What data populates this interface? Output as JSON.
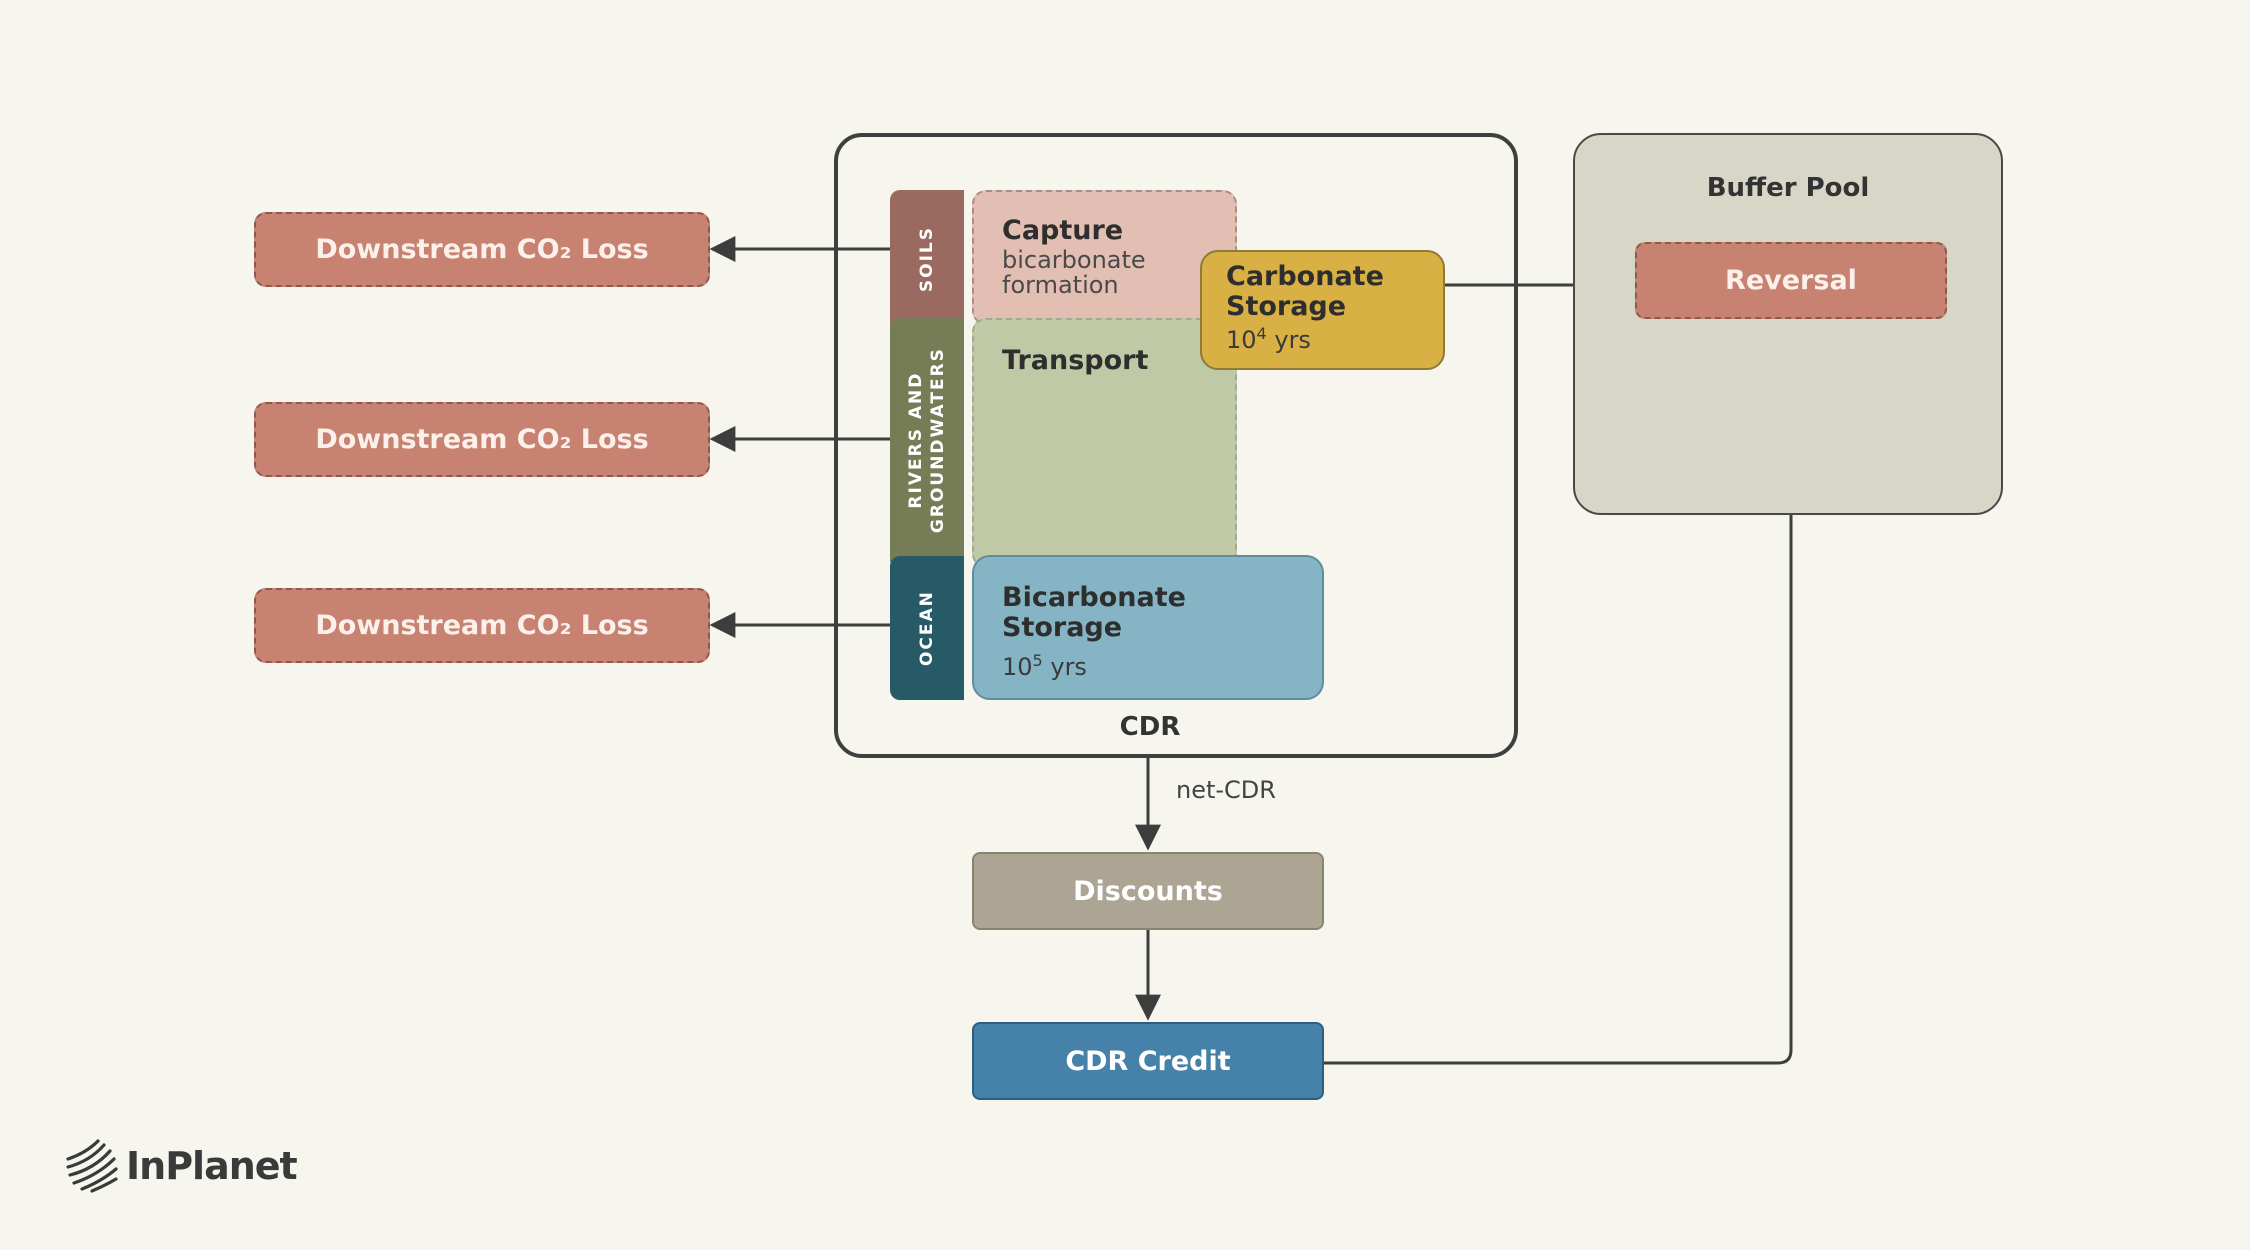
{
  "downstream_losses": [
    {
      "label": "Downstream CO₂ Loss"
    },
    {
      "label": "Downstream CO₂ Loss"
    },
    {
      "label": "Downstream CO₂ Loss"
    }
  ],
  "cdr": {
    "label": "CDR",
    "strips": {
      "soils": "SOILS",
      "rivers_line1": "RIVERS AND",
      "rivers_line2": "GROUNDWATERS",
      "ocean": "OCEAN"
    },
    "capture": {
      "title": "Capture",
      "sub_line1": "bicarbonate",
      "sub_line2": "formation"
    },
    "transport": {
      "title": "Transport"
    },
    "bicarbonate_storage": {
      "title_line1": "Bicarbonate",
      "title_line2": "Storage",
      "base": "10",
      "exp": "5",
      "unit": " yrs"
    },
    "carbonate_storage": {
      "title_line1": "Carbonate",
      "title_line2": "Storage",
      "base": "10",
      "exp": "4",
      "unit": " yrs"
    }
  },
  "buffer_pool": {
    "title": "Buffer Pool",
    "reversal": "Reversal"
  },
  "net_cdr_label": "net-CDR",
  "discounts": "Discounts",
  "cdr_credit": "CDR Credit",
  "logo": {
    "text": "InPlanet"
  },
  "colors": {
    "background": "#f6f5ee",
    "loss": "#c88272",
    "soils": "#9a6a60",
    "rivers": "#767c55",
    "ocean": "#255a66",
    "carbonate": "#d9b043",
    "bicarbonate": "#85b5c4",
    "discounts": "#ada594",
    "credit": "#4581a8",
    "arrow": "#3d3d3d"
  }
}
